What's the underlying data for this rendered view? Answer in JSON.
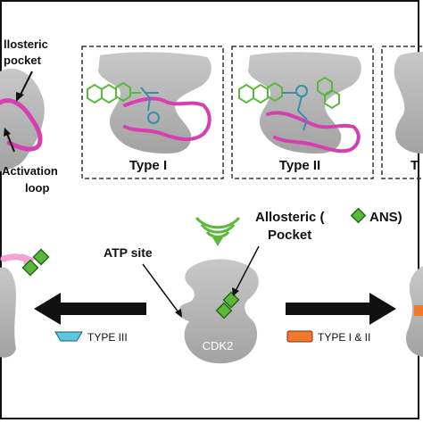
{
  "top_left": {
    "allosteric_pocket_line1": "llosteric",
    "allosteric_pocket_line2": "pocket",
    "activation_loop_line1": "Activation",
    "activation_loop_line2": "loop"
  },
  "panels": [
    {
      "label": "Type I"
    },
    {
      "label": "Type II"
    },
    {
      "label": "T"
    }
  ],
  "bottom": {
    "allosteric_pocket_line1_pre": "Allosteric (",
    "allosteric_pocket_line1_post": "ANS)",
    "allosteric_pocket_line2": "Pocket",
    "atp_site": "ATP site",
    "cdk2": "CDK2",
    "type_iii": "TYPE III",
    "type_i_ii": "TYPE I & II"
  },
  "colors": {
    "loop": "#d63fb0",
    "ligand_green": "#5cb83a",
    "ligand_blue": "#3a8fa6",
    "type3_cyan": "#5bc7e0",
    "type12_orange": "#f07a2a",
    "protein_gray": "#b5b5b5"
  }
}
